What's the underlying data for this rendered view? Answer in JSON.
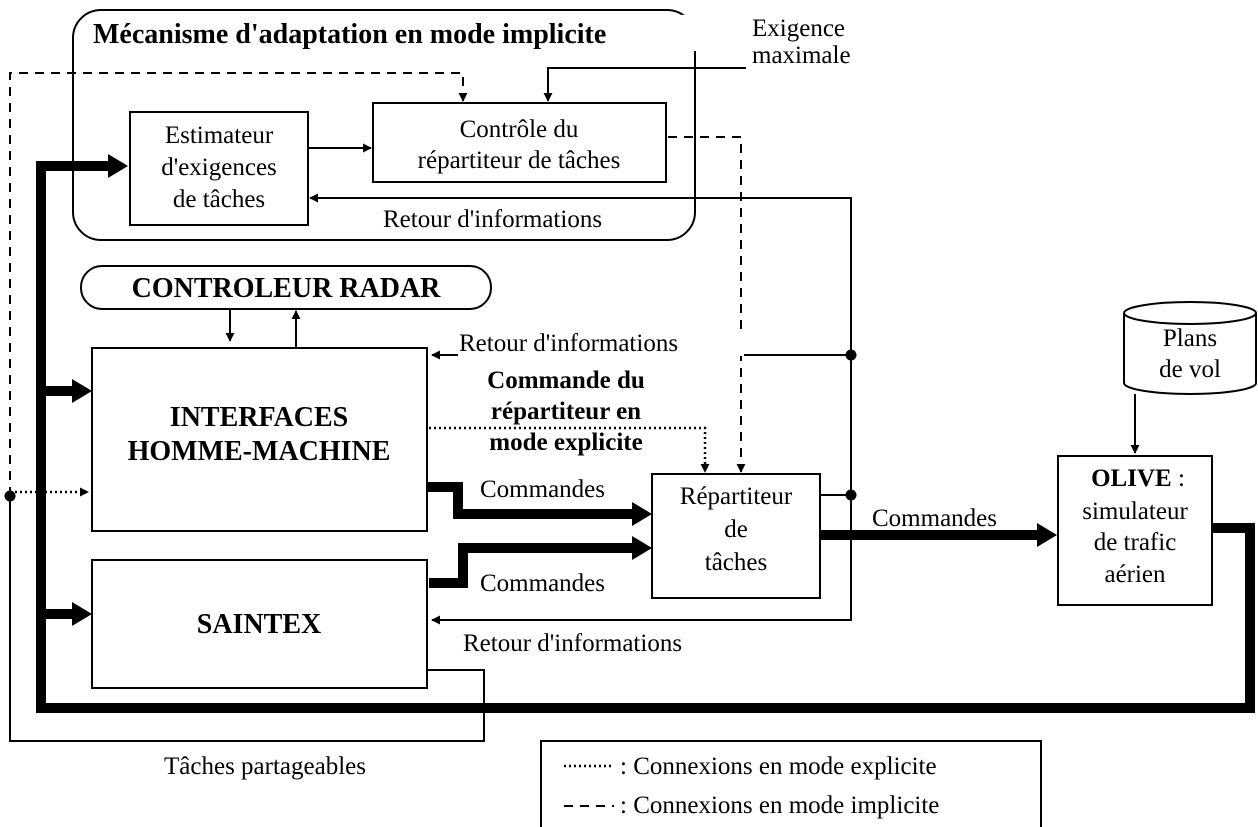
{
  "mechanism": {
    "title": "Mécanisme d'adaptation en mode implicite"
  },
  "exigence": {
    "line1": "Exigence",
    "line2": "maximale"
  },
  "estimateur": {
    "line1": "Estimateur",
    "line2": "d'exigences",
    "line3": "de tâches"
  },
  "controle": {
    "line1": "Contrôle du",
    "line2": "répartiteur de tâches"
  },
  "retour_top": "Retour d'informations",
  "controleur": "CONTROLEUR RADAR",
  "retour_mid": "Retour d'informations",
  "commande_explicite": {
    "line1": "Commande du",
    "line2": "répartiteur en",
    "line3": "mode explicite"
  },
  "ihm": {
    "line1": "INTERFACES",
    "line2": "HOMME-MACHINE"
  },
  "commandes_1": "Commandes",
  "commandes_2": "Commandes",
  "commandes_3": "Commandes",
  "repartiteur": {
    "line1": "Répartiteur",
    "line2": "de",
    "line3": "tâches"
  },
  "saintex": "SAINTEX",
  "retour_bottom": "Retour d'informations",
  "plans": {
    "line1": "Plans",
    "line2": "de vol"
  },
  "olive": {
    "name": "OLIVE",
    "sep": " :",
    "line2": "simulateur",
    "line3": "de trafic",
    "line4": "aérien"
  },
  "taches_partageables": "Tâches partageables",
  "legend": {
    "explicit": ": Connexions en mode explicite",
    "implicit": ": Connexions en mode implicite"
  }
}
